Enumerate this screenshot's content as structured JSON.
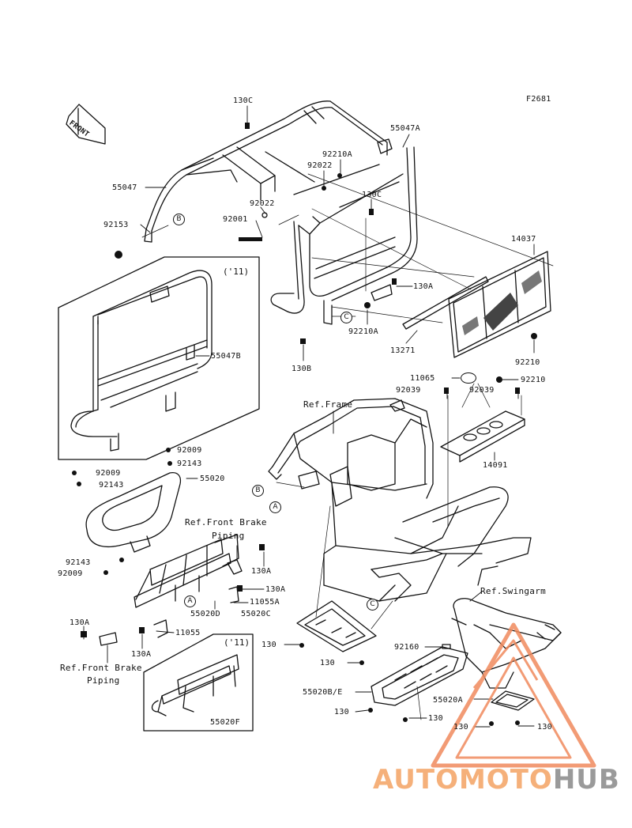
{
  "diagram_code": "F2681",
  "front_label": "FRONT",
  "parts": {
    "p130C_top": "130C",
    "p55047A": "55047A",
    "p92210A_top": "92210A",
    "p92022_a": "92022",
    "p55047": "55047",
    "p130C_mid": "130C",
    "p92022_b": "92022",
    "p92153": "92153",
    "p92001": "92001",
    "p14037": "14037",
    "p130A_mid": "130A",
    "p92210A_mid": "92210A",
    "p13271": "13271",
    "p130B": "130B",
    "p92210_a": "92210",
    "p11065": "11065",
    "p92210_b": "92210",
    "p92039_a": "92039",
    "p92039_b": "92039",
    "p14091": "14091",
    "p55047B": "55047B",
    "p92009_a": "92009",
    "p92143_a": "92143",
    "p55020": "55020",
    "p92009_b": "92009",
    "p92143_b": "92143",
    "p92143_c": "92143",
    "p92009_c": "92009",
    "p130A_a": "130A",
    "p130A_b": "130A",
    "p11055A": "11055A",
    "p55020D": "55020D",
    "p55020C": "55020C",
    "p130A_c": "130A",
    "p11055": "11055",
    "p130A_d": "130A",
    "p130_a": "130",
    "p130_b": "130",
    "p92160": "92160",
    "p55020BE": "55020B/E",
    "p55020A": "55020A",
    "p130_c": "130",
    "p130_d": "130",
    "p130_e": "130",
    "p130_f": "130",
    "p55020F": "55020F"
  },
  "refs": {
    "frame": "Ref.Frame",
    "front_brake_piping_1": "Ref.Front Brake",
    "front_brake_piping_2": "Piping",
    "front_brake_piping_3": "Ref.Front Brake",
    "front_brake_piping_4": "Piping",
    "swingarm": "Ref.Swingarm"
  },
  "insets": {
    "top": "('11)",
    "bottom": "('11)"
  },
  "callouts": {
    "A": "A",
    "B": "B",
    "C": "C"
  },
  "watermark": {
    "part1": "AUTOMOTO",
    "part2": "HUB",
    "color_primary": "#f08a5d",
    "color_secondary": "#8c8c8c"
  }
}
